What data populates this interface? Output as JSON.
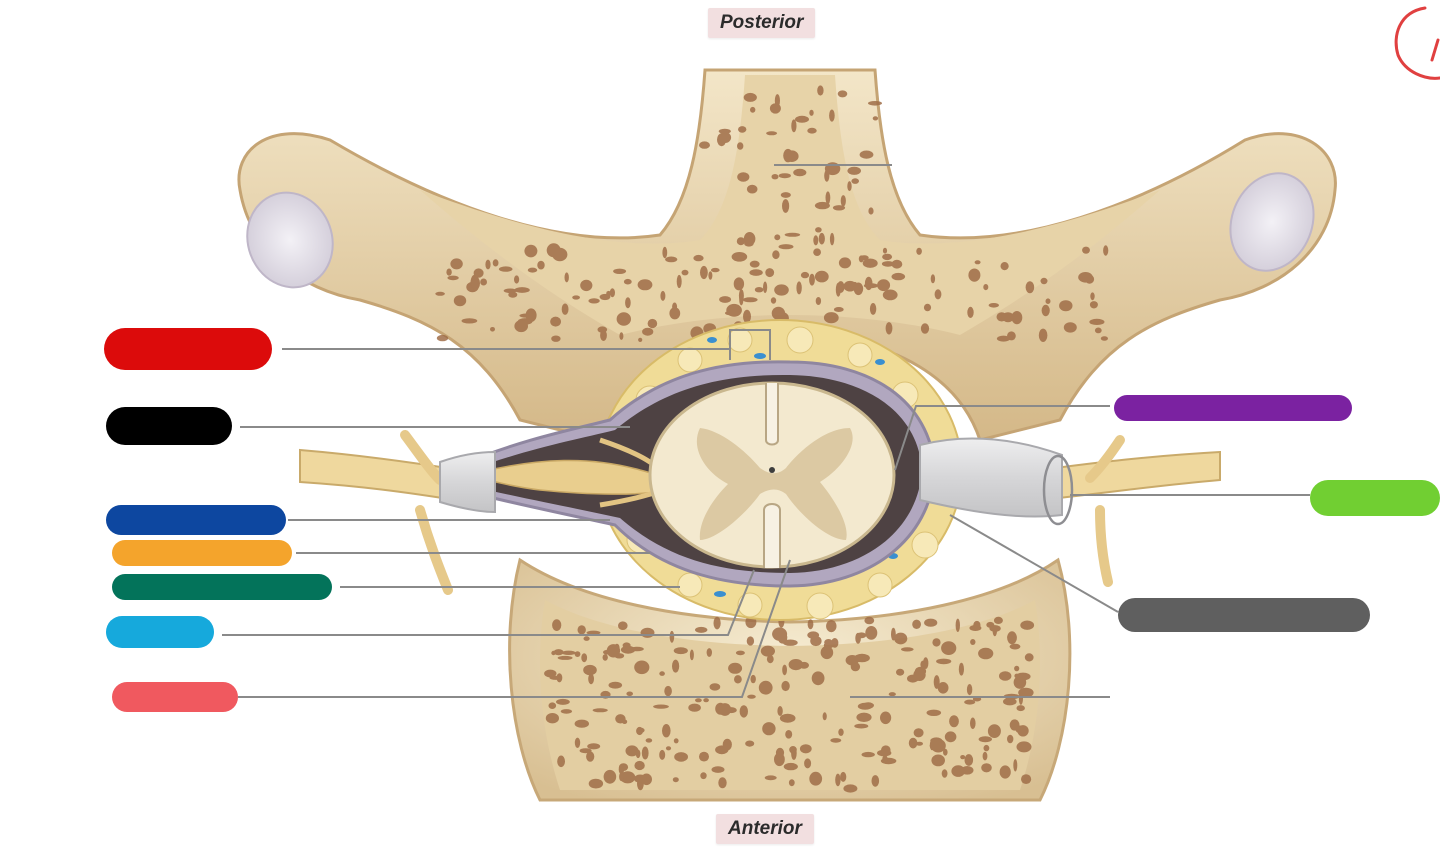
{
  "orientation": {
    "top": "Posterior",
    "bottom": "Anterior"
  },
  "colors": {
    "bone": "#ecdcb8",
    "bone_dark": "#caa87a",
    "spongy": "#9a6a45",
    "fat": "#f1de9a",
    "meninges": "#b3a8c0",
    "cord_white": "#f3ead2",
    "cord_gray": "#dccdaa",
    "nerve": "#f0d79a",
    "dural_sleeve": "#dcdcde",
    "leader": "#8a8a8a"
  },
  "label_markers": [
    {
      "id": "marker-red",
      "color": "#dc0b0b"
    },
    {
      "id": "marker-black",
      "color": "#000000"
    },
    {
      "id": "marker-blue",
      "color": "#0d47a0"
    },
    {
      "id": "marker-orange",
      "color": "#f4a42c"
    },
    {
      "id": "marker-green",
      "color": "#03735a"
    },
    {
      "id": "marker-cyan",
      "color": "#16a9dc"
    },
    {
      "id": "marker-pink",
      "color": "#f0595f"
    },
    {
      "id": "marker-purple",
      "color": "#7b22a1"
    },
    {
      "id": "marker-lime",
      "color": "#71cf32"
    },
    {
      "id": "marker-gray",
      "color": "#5f5f5f"
    }
  ],
  "hidden_labels": 2,
  "corner_mark": {
    "color": "#e04040"
  }
}
